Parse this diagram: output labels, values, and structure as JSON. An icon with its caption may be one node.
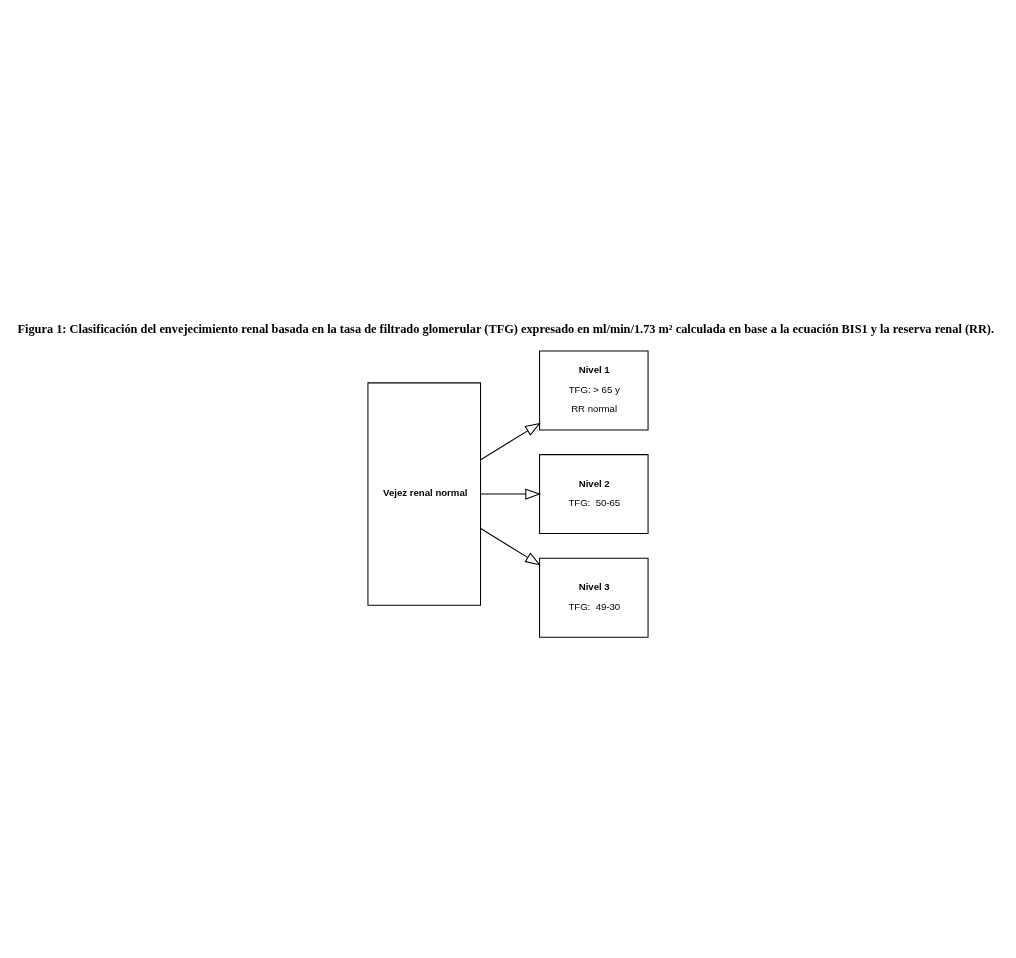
{
  "diagram": {
    "title": "Figura 1: Clasificación del envejecimiento renal basada en la tasa de filtrado glomerular (TFG) expresado en ml/min/1.73 m² calculada en base a la ecuación BIS1 y la reserva renal (RR).",
    "nodes": [
      {
        "text": [
          "Vejez renal normal"
        ]
      },
      {
        "text": [
          "Nivel 1",
          "TFG: > 65 y",
          "RR normal"
        ]
      },
      {
        "text": [
          "Nivel 2",
          "TFG:  50-65"
        ]
      },
      {
        "text": [
          "Nivel 3",
          "TFG:  49-30"
        ]
      }
    ],
    "edges": [
      {
        "from": 0,
        "to": 1,
        "arrow": "to"
      },
      {
        "from": 0,
        "to": 2,
        "arrow": "to"
      },
      {
        "from": 0,
        "to": 3,
        "arrow": "to"
      }
    ]
  }
}
